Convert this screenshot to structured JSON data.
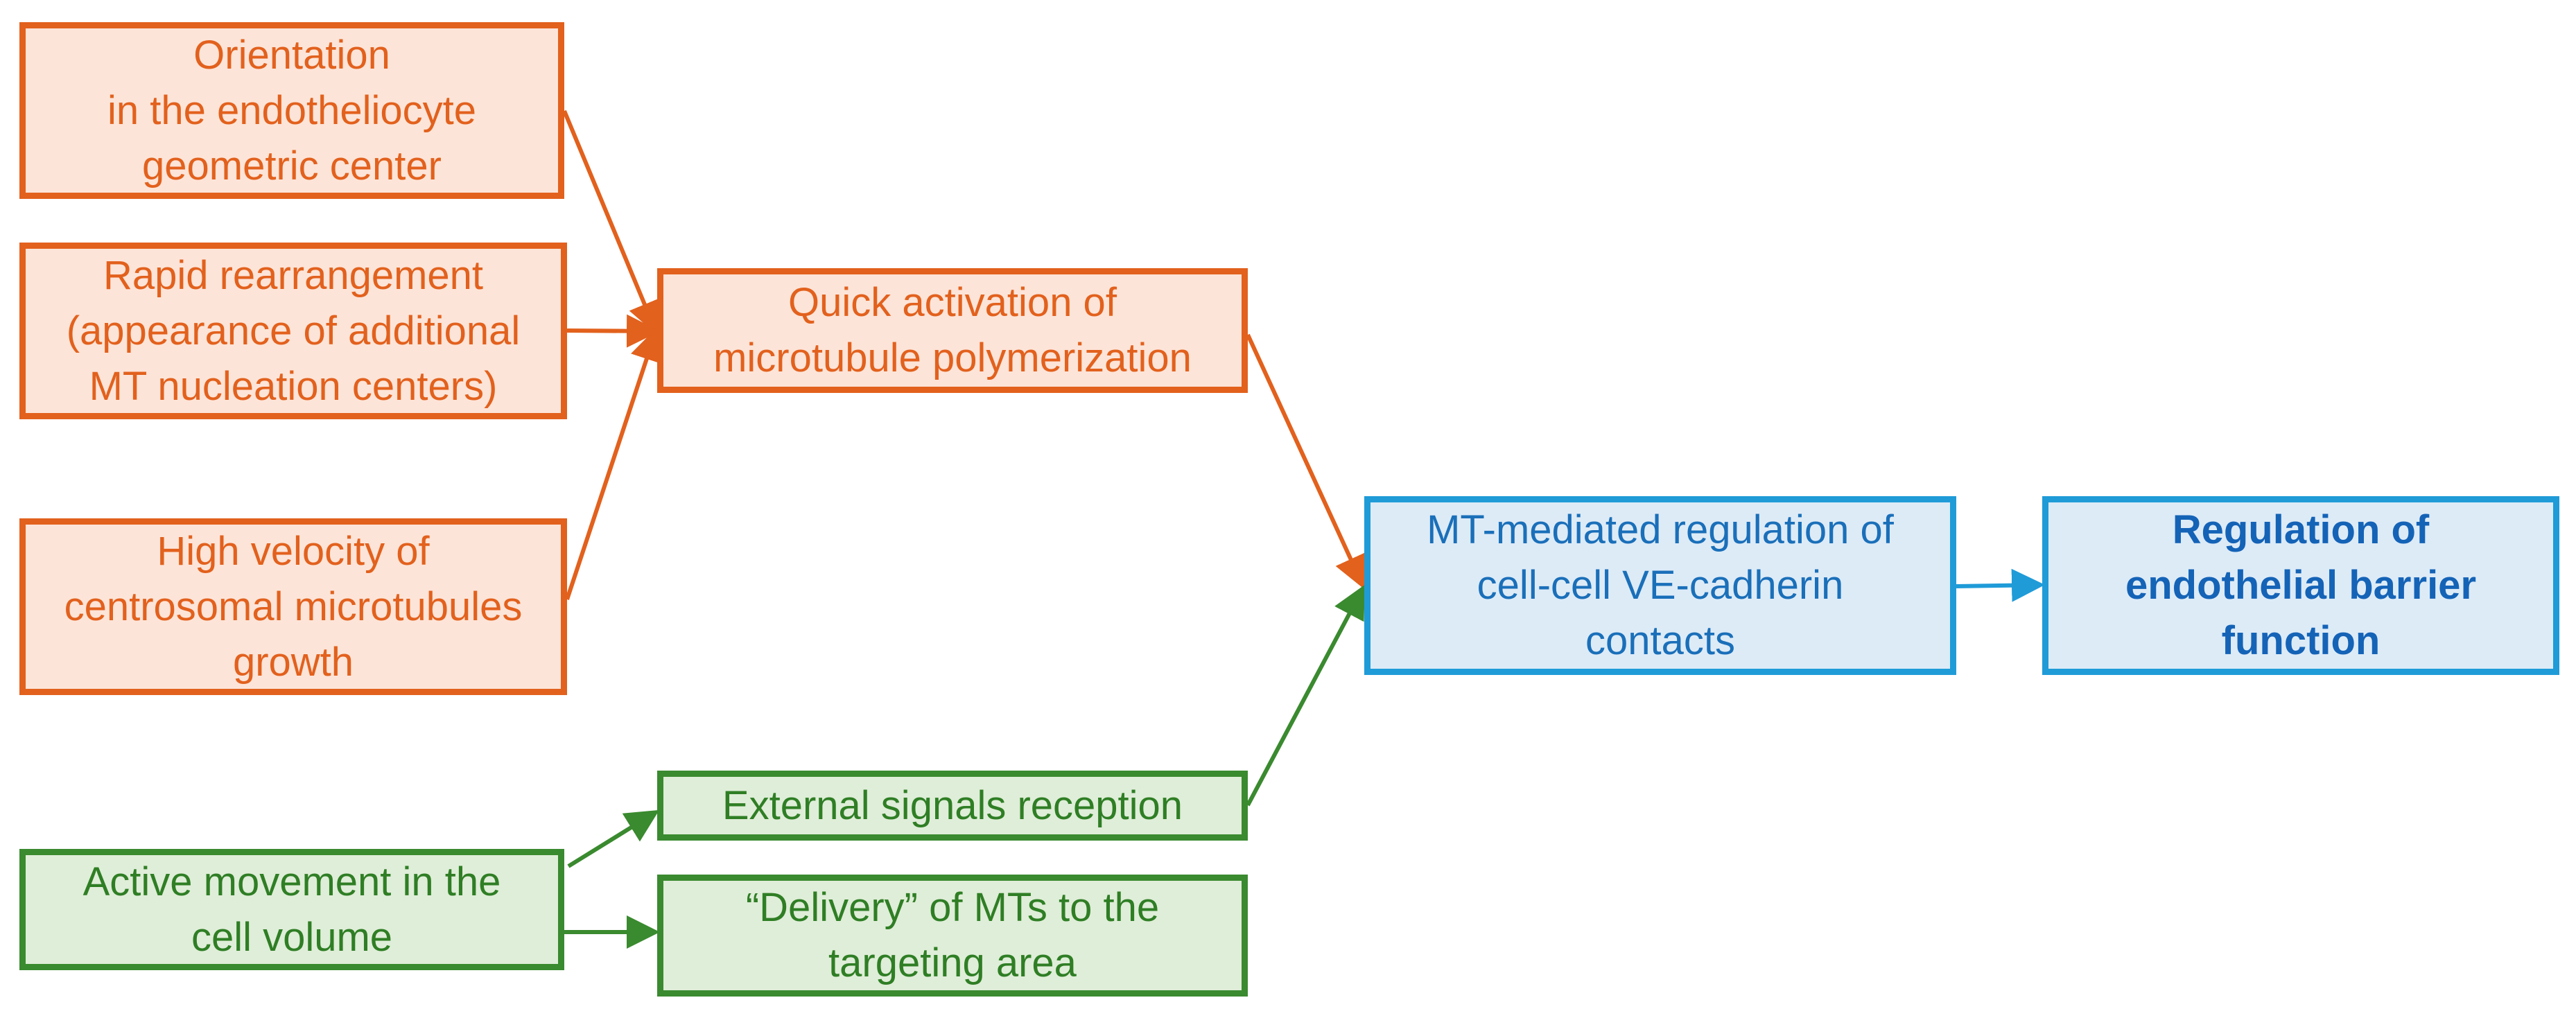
{
  "diagram": {
    "nodes": {
      "orientation": [
        "Orientation",
        "in the endotheliocyte",
        "geometric center"
      ],
      "rapid_rearrangement": [
        "Rapid rearrangement",
        "(appearance of additional",
        "MT nucleation centers)"
      ],
      "high_velocity": [
        "High velocity of",
        "centrosomal microtubules",
        "growth"
      ],
      "quick_activation": [
        "Quick activation of",
        "microtubule polymerization"
      ],
      "external_signals": [
        "External signals reception"
      ],
      "active_movement": [
        "Active movement in the",
        "cell volume"
      ],
      "delivery": [
        "“Delivery” of MTs to the",
        "targeting area"
      ],
      "mt_mediated": [
        "MT-mediated regulation of",
        "cell-cell VE-cadherin",
        "contacts"
      ],
      "barrier": [
        "Regulation of",
        "endothelial barrier",
        "function"
      ]
    },
    "colors": {
      "orange": "#e2611d",
      "green": "#3a8a2f",
      "blue": "#1f9bd8"
    }
  }
}
